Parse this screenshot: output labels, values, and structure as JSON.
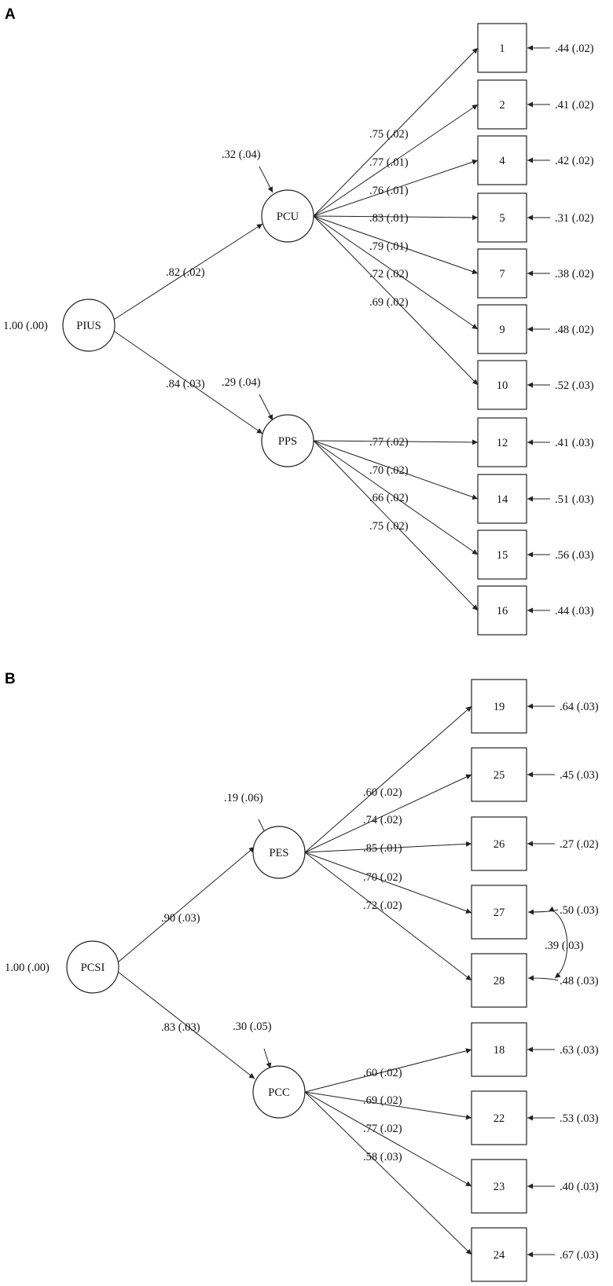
{
  "panel_a": {
    "letter": "A",
    "top_factor": {
      "name": "PIUS",
      "variance": "1.00 (.00)"
    },
    "factors": [
      {
        "name": "PCU",
        "path": ".82 (.02)",
        "residual": ".32 (.04)",
        "items": [
          {
            "id": "1",
            "loading": ".75 (.02)",
            "error": ".44 (.02)"
          },
          {
            "id": "2",
            "loading": ".77 (.01)",
            "error": ".41 (.02)"
          },
          {
            "id": "4",
            "loading": ".76 (.01)",
            "error": ".42 (.02)"
          },
          {
            "id": "5",
            "loading": ".83 (.01)",
            "error": ".31 (.02)"
          },
          {
            "id": "7",
            "loading": ".79 (.01)",
            "error": ".38 (.02)"
          },
          {
            "id": "9",
            "loading": ".72 (.02)",
            "error": ".48 (.02)"
          },
          {
            "id": "10",
            "loading": ".69 (.02)",
            "error": ".52 (.03)"
          }
        ]
      },
      {
        "name": "PPS",
        "path": ".84 (.03)",
        "residual": ".29 (.04)",
        "items": [
          {
            "id": "12",
            "loading": ".77 (.02)",
            "error": ".41 (.03)"
          },
          {
            "id": "14",
            "loading": ".70 (.02)",
            "error": ".51 (.03)"
          },
          {
            "id": "15",
            "loading": ".66 (.02)",
            "error": ".56 (.03)"
          },
          {
            "id": "16",
            "loading": ".75 (.02)",
            "error": ".44 (.03)"
          }
        ]
      }
    ]
  },
  "panel_b": {
    "letter": "B",
    "top_factor": {
      "name": "PCSI",
      "variance": "1.00 (.00)"
    },
    "factors": [
      {
        "name": "PES",
        "path": ".90 (.03)",
        "residual": ".19 (.06)",
        "items": [
          {
            "id": "19",
            "loading": ".60 (.02)",
            "error": ".64 (.03)"
          },
          {
            "id": "25",
            "loading": ".74 (.02)",
            "error": ".45 (.03)"
          },
          {
            "id": "26",
            "loading": ".85 (.01)",
            "error": ".27 (.02)"
          },
          {
            "id": "27",
            "loading": ".70 (.02)",
            "error": ".50 (.03)"
          },
          {
            "id": "28",
            "loading": ".72 (.02)",
            "error": ".48 (.03)"
          }
        ]
      },
      {
        "name": "PCC",
        "path": ".83 (.03)",
        "residual": ".30 (.05)",
        "items": [
          {
            "id": "18",
            "loading": ".60 (.02)",
            "error": ".63 (.03)"
          },
          {
            "id": "22",
            "loading": ".69 (.02)",
            "error": ".53 (.03)"
          },
          {
            "id": "23",
            "loading": ".77 (.02)",
            "error": ".40 (.03)"
          },
          {
            "id": "24",
            "loading": ".58 (.03)",
            "error": ".67 (.03)"
          }
        ]
      }
    ],
    "error_covariance": {
      "between": [
        "27",
        "28"
      ],
      "value": ".39 (.03)"
    }
  }
}
